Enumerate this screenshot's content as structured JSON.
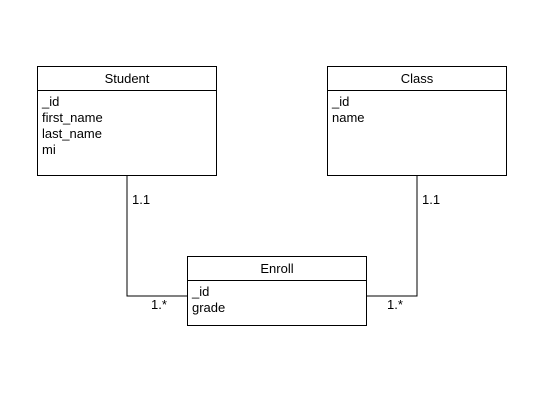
{
  "entities": {
    "student": {
      "title": "Student",
      "fields": [
        "_id",
        "first_name",
        "last_name",
        "mi"
      ]
    },
    "class": {
      "title": "Class",
      "fields": [
        "_id",
        "name"
      ]
    },
    "enroll": {
      "title": "Enroll",
      "fields": [
        "_id",
        "grade"
      ]
    }
  },
  "relationships": {
    "student_enroll": {
      "from_multiplicity": "1.1",
      "to_multiplicity": "1.*"
    },
    "class_enroll": {
      "from_multiplicity": "1.1",
      "to_multiplicity": "1.*"
    }
  }
}
